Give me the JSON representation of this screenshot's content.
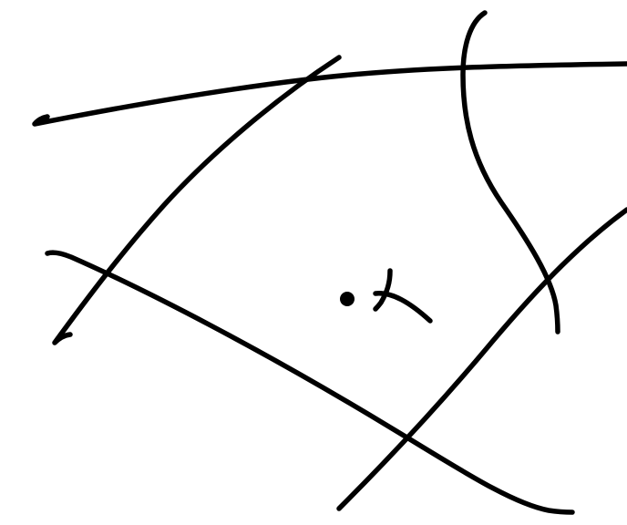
{
  "drawing": {
    "ink_color": "#000000",
    "background_color": "#ffffff",
    "strokes": [
      {
        "name": "curve-top-horizontal"
      },
      {
        "name": "curve-upper-diagonal"
      },
      {
        "name": "curve-right-vertical"
      },
      {
        "name": "curve-lower-diagonal-left"
      },
      {
        "name": "curve-lower-diagonal-right"
      },
      {
        "name": "point-marker"
      },
      {
        "name": "x-mark"
      }
    ]
  }
}
